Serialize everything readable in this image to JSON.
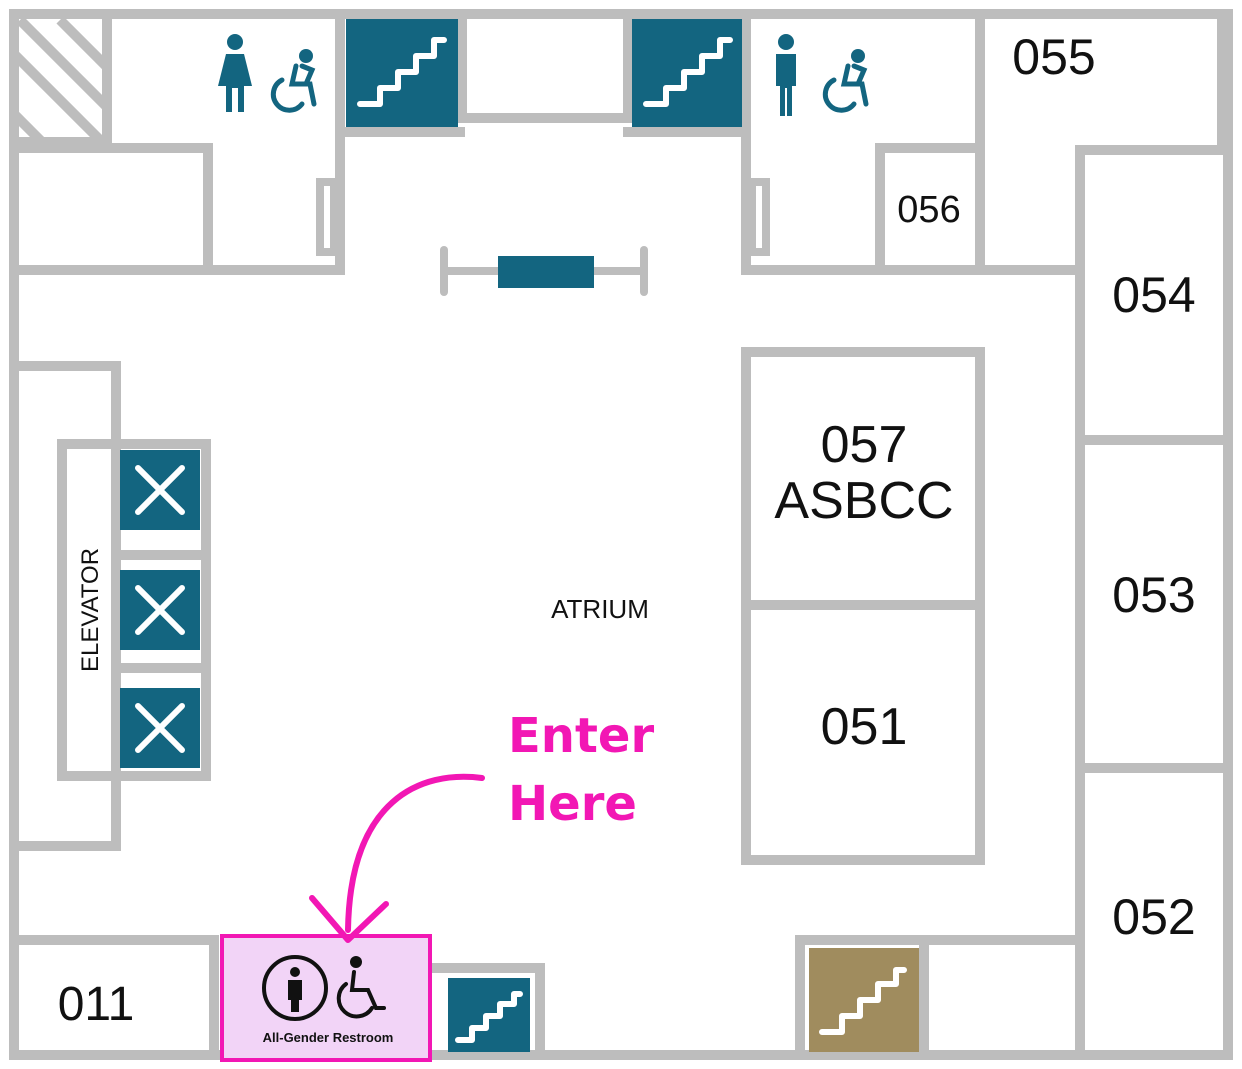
{
  "rooms": {
    "r055": "055",
    "r056": "056",
    "r054": "054",
    "r057": "057",
    "r057_name": "ASBCC",
    "r053": "053",
    "r051": "051",
    "r052": "052",
    "r011": "011",
    "atrium": "ATRIUM",
    "elevator": "ELEVATOR"
  },
  "callout": {
    "line1": "Enter",
    "line2": "Here"
  },
  "restroom": {
    "label": "All-Gender Restroom"
  },
  "colors": {
    "wall": "#bdbdbd",
    "teal": "#136580",
    "gold": "#a08c5e",
    "callout": "#f217b4",
    "restroom_fill": "#f2d4f7",
    "restroom_border": "#f217b4"
  },
  "icons": {
    "stairs": "stairs-icon",
    "closed": "x-mark-icon",
    "women": "woman-icon",
    "men": "man-icon",
    "accessible": "wheelchair-icon",
    "all_gender": "person-circle-icon"
  }
}
